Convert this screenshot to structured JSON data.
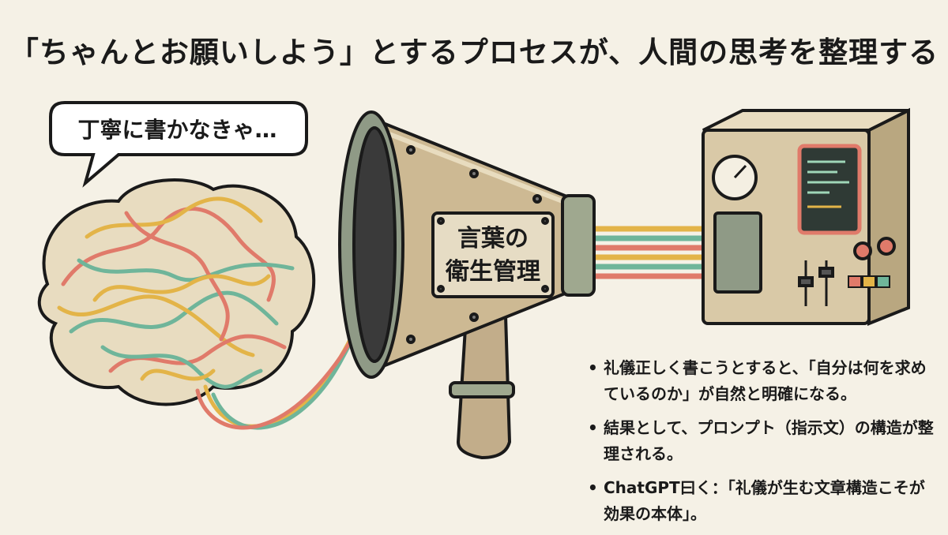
{
  "title": "「ちゃんとお願いしよう」とするプロセスが、人間の思考を整理する",
  "speech_bubble": "丁寧に書かなきゃ…",
  "plaque": {
    "line1": "言葉の",
    "line2": "衛生管理"
  },
  "bullets": [
    "礼儀正しく書こうとすると、「自分は何を求めているのか」が自然と明確になる。",
    "結果として、プロンプト（指示文）の構造が整理される。",
    "ChatGPT曰く：「礼儀が生む文章構造こそが効果の本体」。"
  ],
  "colors": {
    "background": "#f5f1e6",
    "brain_red": "#e07a6a",
    "brain_green": "#6fb59a",
    "brain_yellow": "#e3b448",
    "metal": "#c9b79a",
    "machine": "#d9c9a7",
    "outline": "#2b2b2b"
  },
  "icons": [
    "brain-icon",
    "megaphone-icon",
    "machine-icon",
    "gauge-icon",
    "screen-icon"
  ]
}
